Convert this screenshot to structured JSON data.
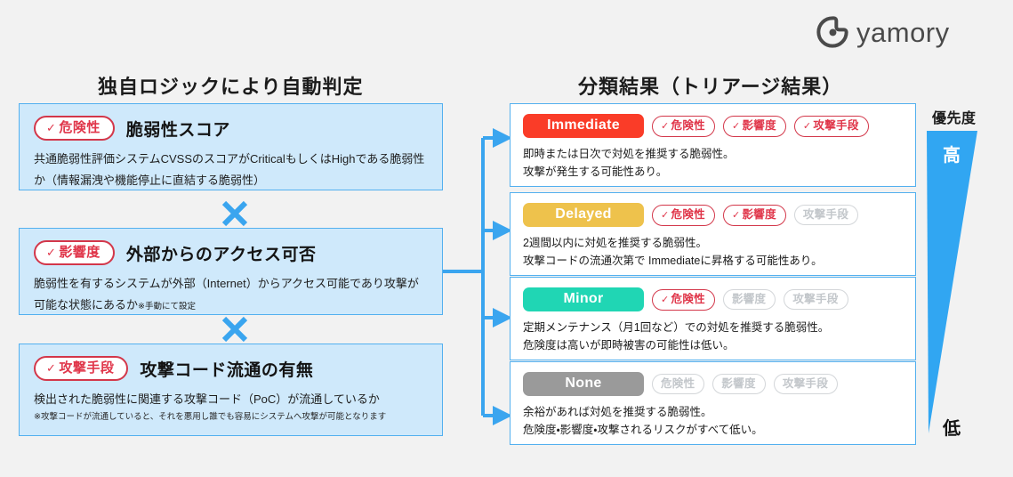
{
  "brand": {
    "name": "yamory",
    "mark_icon": "yamory-gecko-logo-icon"
  },
  "sections": {
    "left_title": "独自ロジックにより自動判定",
    "right_title": "分類結果（トリアージ結果）"
  },
  "criteria": [
    {
      "tag": "危険性",
      "check": "✓",
      "title": "脆弱性スコア",
      "body": "共通脆弱性評価システムCVSSのスコアがCriticalもしくはHighである脆弱性か（情報漏洩や機能停止に直結する脆弱性）",
      "note": ""
    },
    {
      "tag": "影響度",
      "check": "✓",
      "title": "外部からのアクセス可否",
      "body": "脆弱性を有するシステムが外部（Internet）からアクセス可能であり攻撃が可能な状態にあるか",
      "note": "※手動にて設定"
    },
    {
      "tag": "攻撃手段",
      "check": "✓",
      "title": "攻撃コード流通の有無",
      "body": "検出された脆弱性に関連する攻撃コード（PoC）が流通しているか",
      "note": "※攻撃コードが流通していると、それを悪用し誰でも容易にシステムへ攻撃が可能となります"
    }
  ],
  "operators": [
    "✕",
    "✕"
  ],
  "results": [
    {
      "level": "Immediate",
      "color": "#fa3c28",
      "pills": [
        {
          "label": "危険性",
          "check": "✓",
          "active": true
        },
        {
          "label": "影響度",
          "check": "✓",
          "active": true
        },
        {
          "label": "攻撃手段",
          "check": "✓",
          "active": true
        }
      ],
      "line1": "即時または日次で対処を推奨する脆弱性。",
      "line2": "攻撃が発生する可能性あり。"
    },
    {
      "level": "Delayed",
      "color": "#eec24c",
      "pills": [
        {
          "label": "危険性",
          "check": "✓",
          "active": true
        },
        {
          "label": "影響度",
          "check": "✓",
          "active": true
        },
        {
          "label": "攻撃手段",
          "check": "",
          "active": false
        }
      ],
      "line1": "2週間以内に対処を推奨する脆弱性。",
      "line2": "攻撃コードの流通次第で Immediateに昇格する可能性あり。"
    },
    {
      "level": "Minor",
      "color": "#20d6b4",
      "pills": [
        {
          "label": "危険性",
          "check": "✓",
          "active": true
        },
        {
          "label": "影響度",
          "check": "",
          "active": false
        },
        {
          "label": "攻撃手段",
          "check": "",
          "active": false
        }
      ],
      "line1": "定期メンテナンス（月1回など）での対処を推奨する脆弱性。",
      "line2": "危険度は高いが即時被害の可能性は低い。"
    },
    {
      "level": "None",
      "color": "#9a9a9a",
      "pills": [
        {
          "label": "危険性",
          "check": "",
          "active": false
        },
        {
          "label": "影響度",
          "check": "",
          "active": false
        },
        {
          "label": "攻撃手段",
          "check": "",
          "active": false
        }
      ],
      "line1": "余裕があれば対処を推奨する脆弱性。",
      "line2": "危険度・影響度・攻撃されるリスクがすべて低い。"
    }
  ],
  "priority": {
    "label": "優先度",
    "high": "高",
    "low": "低",
    "color": "#31a6f2"
  },
  "palette": {
    "background": "#f2f2f2",
    "card_border_blue": "#53b0ef",
    "criteria_fill": "#cfe9fb",
    "tag_red": "#e0364a",
    "connector_blue": "#3aa5ef"
  }
}
